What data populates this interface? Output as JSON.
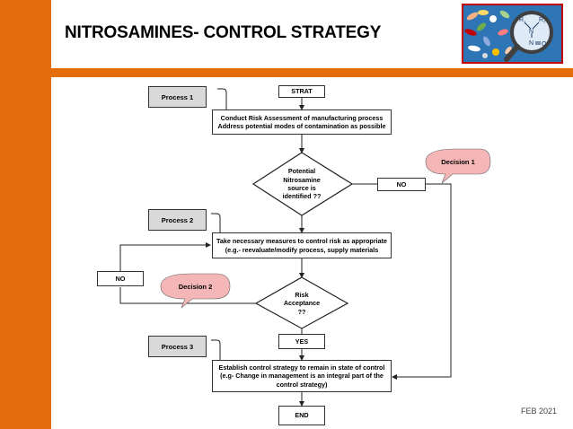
{
  "slide": {
    "title": "NITROSAMINES- CONTROL STRATEGY",
    "footer": "FEB 2021"
  },
  "logo": {
    "r1": "R",
    "r1_sub": "1",
    "r2": "R",
    "r2_sub": "2",
    "n1": "N",
    "n2": "N",
    "o": "O"
  },
  "colors": {
    "accent": "#E46C0A",
    "process_fill": "#D9D9D9",
    "callout_fill": "#F4B6B6",
    "logo_border": "#C00000"
  },
  "flowchart": {
    "start": "STRAT",
    "step1": [
      "Conduct Risk Assessment of manufacturing process",
      "Address potential modes of contamination as possible"
    ],
    "decision1": [
      "Potential",
      "Nitrosamine",
      "source is",
      "identified ??"
    ],
    "no1": "NO",
    "step2": [
      "Take necessary measures to control risk as appropriate",
      "(e.g.- reevaluate/modify process, supply materials"
    ],
    "no2": "NO",
    "decision2": [
      "Risk",
      "Acceptance",
      "??"
    ],
    "yes": "YES",
    "step3": [
      "Establish control strategy to remain in state of control",
      "(e.g- Change in management is an integral part of  the",
      "control strategy)"
    ],
    "end": "END",
    "process1": "Process 1",
    "process2": "Process 2",
    "process3": "Process 3",
    "callout1": "Decision 1",
    "callout2": "Decision 2"
  }
}
